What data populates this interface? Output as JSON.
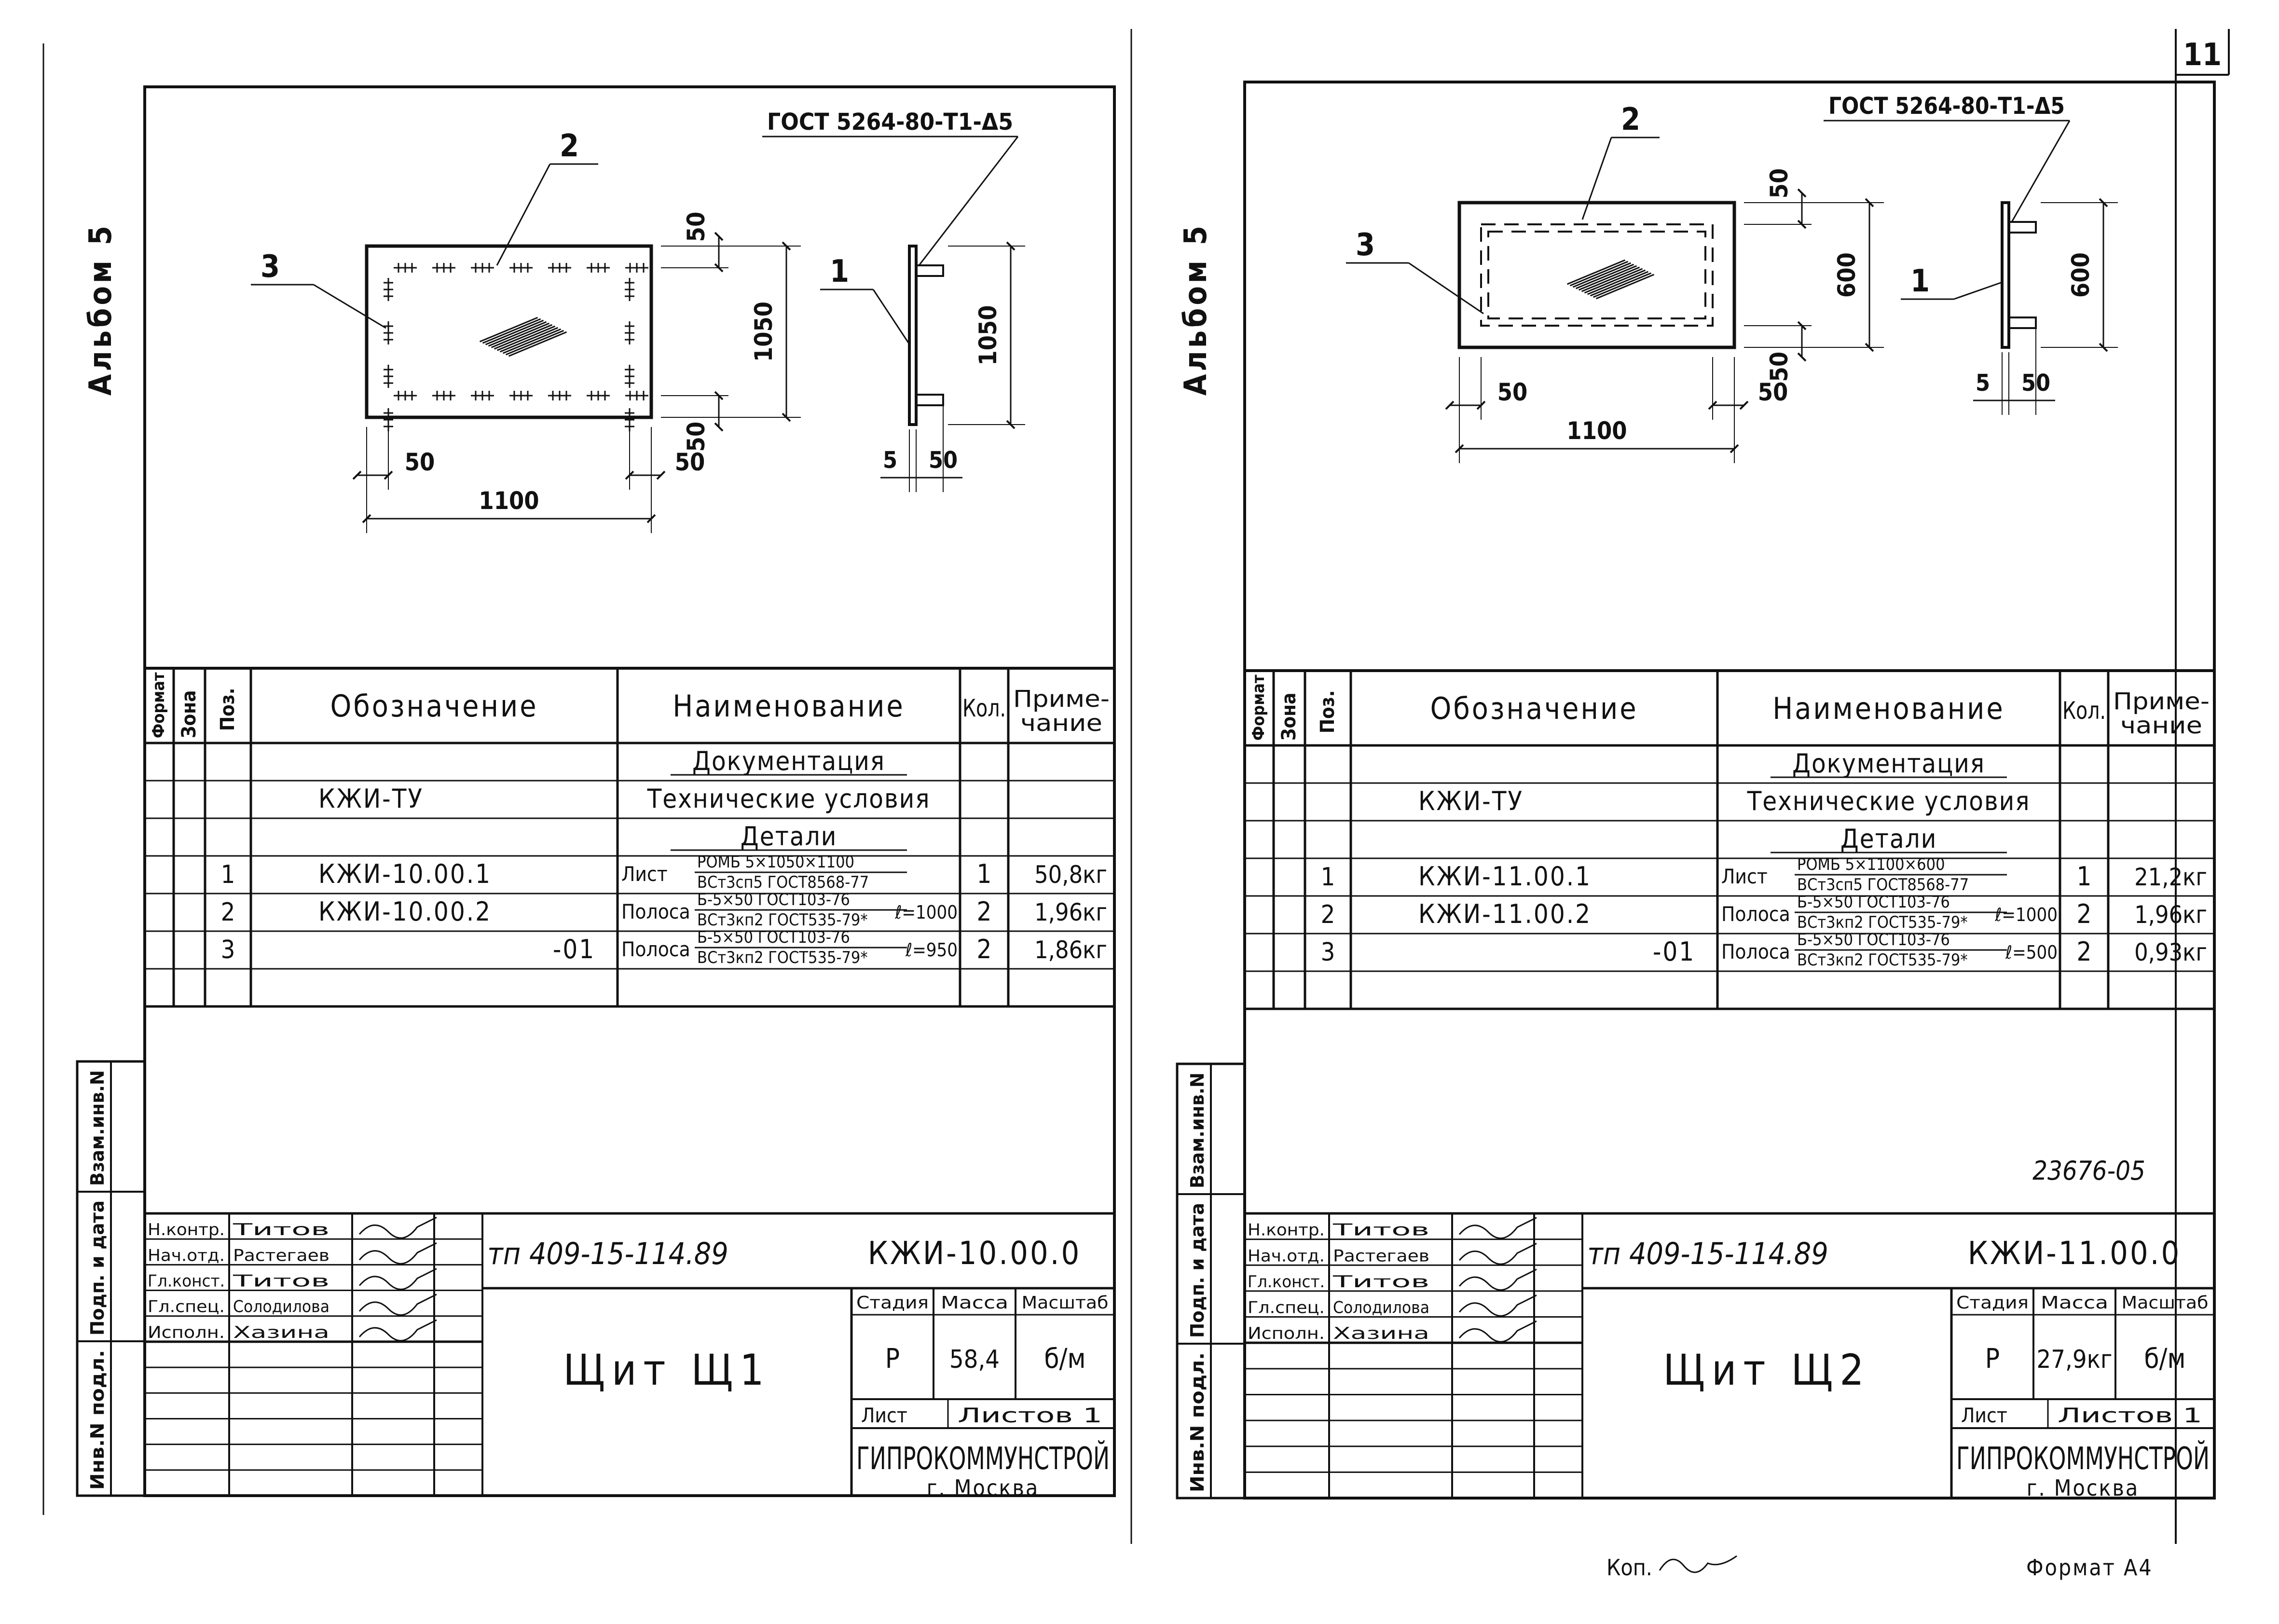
{
  "page": {
    "sheet_number": "11",
    "bottom_copy": "Коп.",
    "bottom_format": "Формат А4"
  },
  "sheets": [
    {
      "album": "Альбом 5",
      "gost_note": "ГОСТ 5264-80-Т1-Δ5",
      "leaders": [
        "1",
        "2",
        "3"
      ],
      "dims": {
        "top_margin": "50",
        "bottom_margin": "50",
        "plate_height": "1050",
        "side_height": "1050",
        "left_margin": "50",
        "right_margin": "50",
        "plate_width": "1100",
        "thickness": "5",
        "offset": "50"
      },
      "spec_headers": {
        "format": "Формат",
        "zone": "Зона",
        "pos": "Поз.",
        "designation": "Обозначение",
        "name": "Наименование",
        "qty": "Кол.",
        "note_line1": "Приме-",
        "note_line2": "чание"
      },
      "spec_rows": [
        {
          "pos": "",
          "designation": "",
          "name": "Документация",
          "qty": "",
          "note": ""
        },
        {
          "pos": "",
          "designation": "КЖИ-ТУ",
          "name": "Технические условия",
          "qty": "",
          "note": ""
        },
        {
          "pos": "",
          "designation": "",
          "name": "Детали",
          "qty": "",
          "note": ""
        },
        {
          "pos": "1",
          "designation": "КЖИ-10.00.1",
          "name_prefix": "Лист",
          "name_top": "РОМБ 5×1050×1100",
          "name_bottom": "ВСт3сп5 ГОСТ8568-77",
          "name_suffix": "",
          "qty": "1",
          "note": "50,8кг"
        },
        {
          "pos": "2",
          "designation": "КЖИ-10.00.2",
          "name_prefix": "Полоса",
          "name_top": "Б-5×50 ГОСТ103-76",
          "name_bottom": "ВСт3кп2 ГОСТ535-79*",
          "name_suffix": "ℓ=1000",
          "qty": "2",
          "note": "1,96кг"
        },
        {
          "pos": "3",
          "designation": "-01",
          "name_prefix": "Полоса",
          "name_top": "Б-5×50 ГОСТ103-76",
          "name_bottom": "ВСт3кп2 ГОСТ535-79*",
          "name_suffix": "ℓ=950",
          "qty": "2",
          "note": "1,86кг"
        }
      ],
      "side_stamp": [
        "Взам.инв.N",
        "Подп. и дата",
        "Инв.N подл."
      ],
      "stamp_roles": [
        "Н.контр.",
        "Нач.отд.",
        "Гл.конст.",
        "Гл.спец.",
        "Исполн."
      ],
      "stamp_names": [
        "Титов",
        "Растегаев",
        "Титов",
        "Солодилова",
        "Хазина"
      ],
      "project_number": "тп 409-15-114.89",
      "doc_code": "КЖИ-10.00.0",
      "title": "Щит Щ1",
      "stage_header": "Стадия",
      "mass_header": "Масса",
      "scale_header": "Масштаб",
      "stage": "Р",
      "mass": "58,4",
      "scale": "б/м",
      "sheet_label": "Лист",
      "sheets_label": "Листов 1",
      "org": "ГИПРОКОММУНСТРОЙ",
      "city": "г. Москва",
      "inventory": ""
    },
    {
      "album": "Альбом 5",
      "gost_note": "ГОСТ 5264-80-Т1-Δ5",
      "leaders": [
        "1",
        "2",
        "3"
      ],
      "dims": {
        "top_margin": "50",
        "bottom_margin": "50",
        "plate_height": "600",
        "side_height": "600",
        "left_margin": "50",
        "right_margin": "50",
        "plate_width": "1100",
        "thickness": "5",
        "offset": "50"
      },
      "spec_headers": {
        "format": "Формат",
        "zone": "Зона",
        "pos": "Поз.",
        "designation": "Обозначение",
        "name": "Наименование",
        "qty": "Кол.",
        "note_line1": "Приме-",
        "note_line2": "чание"
      },
      "spec_rows": [
        {
          "pos": "",
          "designation": "",
          "name": "Документация",
          "qty": "",
          "note": ""
        },
        {
          "pos": "",
          "designation": "КЖИ-ТУ",
          "name": "Технические условия",
          "qty": "",
          "note": ""
        },
        {
          "pos": "",
          "designation": "",
          "name": "Детали",
          "qty": "",
          "note": ""
        },
        {
          "pos": "1",
          "designation": "КЖИ-11.00.1",
          "name_prefix": "Лист",
          "name_top": "РОМБ 5×1100×600",
          "name_bottom": "ВСт3сп5 ГОСТ8568-77",
          "name_suffix": "",
          "qty": "1",
          "note": "21,2кг"
        },
        {
          "pos": "2",
          "designation": "КЖИ-11.00.2",
          "name_prefix": "Полоса",
          "name_top": "Б-5×50 ГОСТ103-76",
          "name_bottom": "ВСт3кп2 ГОСТ535-79*",
          "name_suffix": "ℓ=1000",
          "qty": "2",
          "note": "1,96кг"
        },
        {
          "pos": "3",
          "designation": "-01",
          "name_prefix": "Полоса",
          "name_top": "Б-5×50 ГОСТ103-76",
          "name_bottom": "ВСт3кп2 ГОСТ535-79*",
          "name_suffix": "ℓ=500",
          "qty": "2",
          "note": "0,93кг"
        }
      ],
      "side_stamp": [
        "Взам.инв.N",
        "Подп. и дата",
        "Инв.N подл."
      ],
      "stamp_roles": [
        "Н.контр.",
        "Нач.отд.",
        "Гл.конст.",
        "Гл.спец.",
        "Исполн."
      ],
      "stamp_names": [
        "Титов",
        "Растегаев",
        "Титов",
        "Солодилова",
        "Хазина"
      ],
      "project_number": "тп 409-15-114.89",
      "doc_code": "КЖИ-11.00.0",
      "title": "Щит Щ2",
      "stage_header": "Стадия",
      "mass_header": "Масса",
      "scale_header": "Масштаб",
      "stage": "Р",
      "mass": "27,9кг",
      "scale": "б/м",
      "sheet_label": "Лист",
      "sheets_label": "Листов 1",
      "org": "ГИПРОКОММУНСТРОЙ",
      "city": "г. Москва",
      "inventory": "23676-05"
    }
  ]
}
